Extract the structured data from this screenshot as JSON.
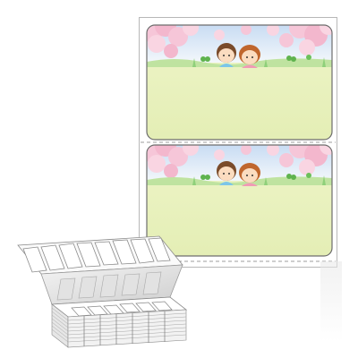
{
  "product": {
    "label_count_per_sheet": 2,
    "colors": {
      "sheet_background": "#ffffff",
      "sheet_border": "#b8b8b8",
      "label_border": "#6d6d6d",
      "sky": "#cde3f6",
      "blossom_pink": "#f6c6d8",
      "blossom_deep": "#ee9fbe",
      "writing_area_green": "#eaf2bf",
      "grass": "#7fc96b",
      "stack_edge": "#cfcfcf",
      "stack_shadow": "#9a9a9a"
    },
    "icons": [
      "cherry-blossom-illustration",
      "child-boy-illustration",
      "child-girl-illustration",
      "clover-icon",
      "fanfold-label-stack"
    ]
  }
}
